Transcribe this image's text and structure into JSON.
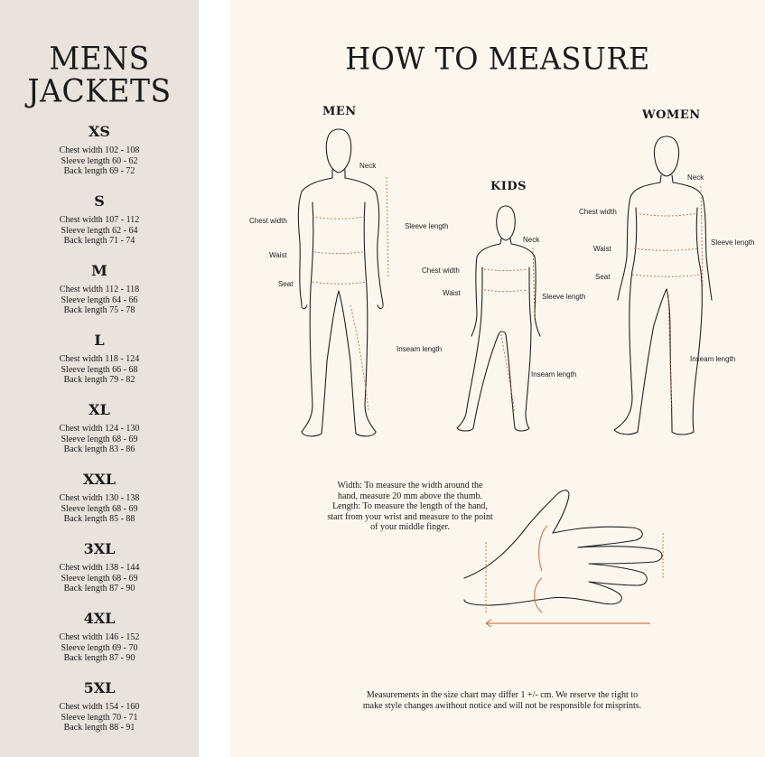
{
  "sidebar": {
    "title_line1": "MENS",
    "title_line2": "JACKETS",
    "sizes": [
      {
        "label": "XS",
        "lines": [
          "Chest width 102 - 108",
          "Sleeve length 60 - 62",
          "Back length 69 - 72"
        ]
      },
      {
        "label": "S",
        "lines": [
          "Chest width 107 - 112",
          "Sleeve length 62 - 64",
          "Back length 71 - 74"
        ]
      },
      {
        "label": "M",
        "lines": [
          "Chest width 112 - 118",
          "Sleeve length 64 - 66",
          "Back length 75 - 78"
        ]
      },
      {
        "label": "L",
        "lines": [
          "Chest width 118 - 124",
          "Sleeve length 66 - 68",
          "Back length 79 - 82"
        ]
      },
      {
        "label": "XL",
        "lines": [
          "Chest width 124 - 130",
          "Sleeve length 68 - 69",
          "Back length 83 - 86"
        ]
      },
      {
        "label": "XXL",
        "lines": [
          "Chest width 130 - 138",
          "Sleeve length 68 - 69",
          "Back length 85 - 88"
        ]
      },
      {
        "label": "3XL",
        "lines": [
          "Chest width 138 - 144",
          "Sleeve length 68 - 69",
          "Back length 87 - 90"
        ]
      },
      {
        "label": "4XL",
        "lines": [
          "Chest width 146 - 152",
          "Sleeve length 69 - 70",
          "Back length 87 - 90"
        ]
      },
      {
        "label": "5XL",
        "lines": [
          "Chest width 154 - 160",
          "Sleeve length 70 - 71",
          "Back length 88 - 91"
        ]
      }
    ]
  },
  "main": {
    "title": "HOW TO MEASURE",
    "figures": {
      "men": {
        "label": "MEN",
        "parts": {
          "neck": "Neck",
          "chest": "Chest width",
          "sleeve": "Sleeve length",
          "waist": "Waist",
          "seat": "Seat",
          "inseam": "Inseam length"
        }
      },
      "kids": {
        "label": "KIDS",
        "parts": {
          "neck": "Neck",
          "chest": "Chest width",
          "waist": "Waist",
          "sleeve": "Sleeve length",
          "inseam": "Inseam length"
        }
      },
      "women": {
        "label": "WOMEN",
        "parts": {
          "neck": "Neck",
          "chest": "Chest width",
          "sleeve": "Sleeve length",
          "waist": "Waist",
          "seat": "Seat",
          "inseam": "Inseam length"
        }
      }
    },
    "hand_instructions": [
      "Width: To measure the width around the",
      "hand, measure 20 mm above the thumb.",
      "Length: To measure the length of the hand,",
      "start from your wrist and measure to the point",
      "of your middle finger."
    ],
    "footnote": [
      "Measurements in the size chart may differ 1 +/- cm. We reserve the right to",
      "make style changes awithout notice and will not be responsible fot misprints."
    ]
  },
  "colors": {
    "sidebar_bg": "#e8e3dd",
    "main_bg": "#fbf7ee",
    "accent": "#d77a55"
  }
}
